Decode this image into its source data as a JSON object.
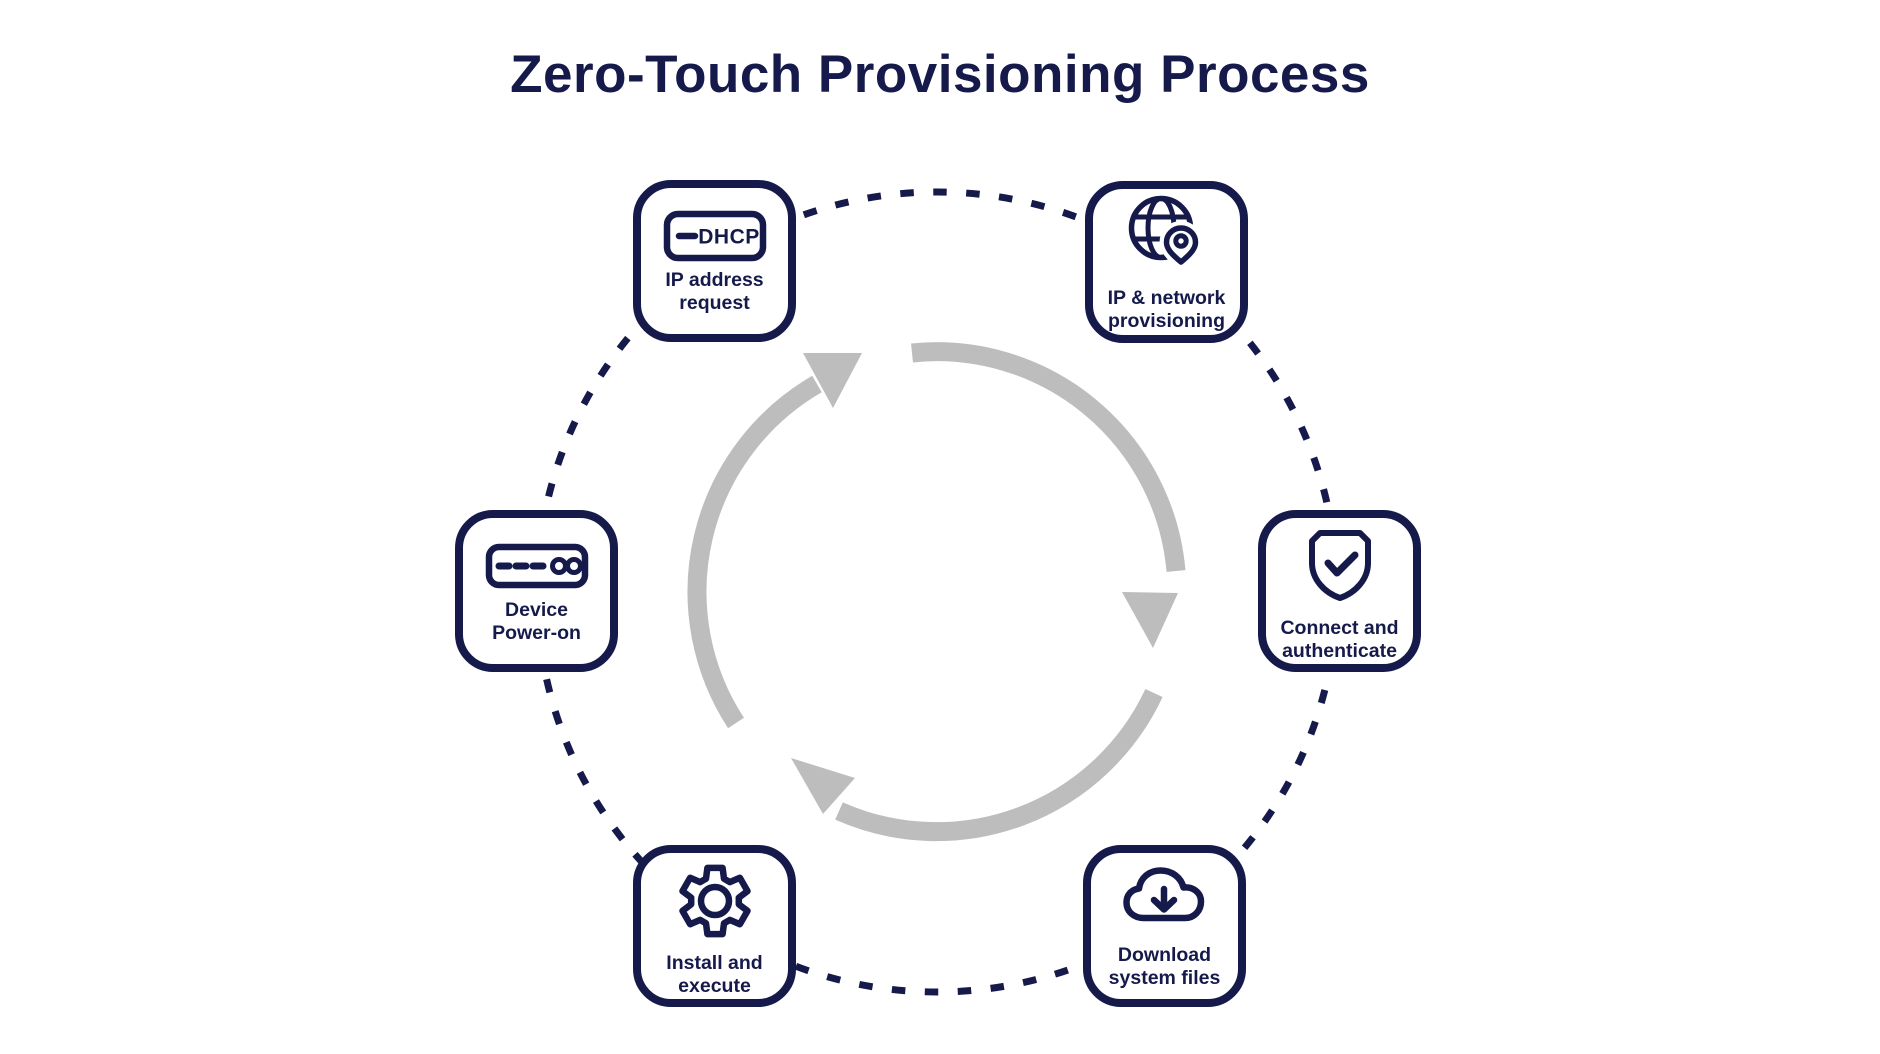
{
  "title": "Zero-Touch Provisioning Process",
  "colors": {
    "navy": "#151A4B",
    "gray": "#BDBDBD",
    "background": "#FFFFFF"
  },
  "cycle": {
    "direction": "clockwise",
    "arrow_count": 3
  },
  "steps": [
    {
      "name": "device-power-on",
      "icon": "router-device-icon",
      "label_line1": "Device",
      "label_line2": "Power-on"
    },
    {
      "name": "ip-address-request",
      "icon": "dhcp-badge-icon",
      "badge_text": "DHCP",
      "label_line1": "IP address",
      "label_line2": "request"
    },
    {
      "name": "ip-network-provisioning",
      "icon": "globe-location-pin-icon",
      "label_line1": "IP & network",
      "label_line2": "provisioning"
    },
    {
      "name": "connect-and-authenticate",
      "icon": "shield-check-icon",
      "label_line1": "Connect and",
      "label_line2": "authenticate"
    },
    {
      "name": "download-system-files",
      "icon": "cloud-download-icon",
      "label_line1": "Download",
      "label_line2": "system files"
    },
    {
      "name": "install-and-execute",
      "icon": "gear-icon",
      "label_line1": "Install and",
      "label_line2": "execute"
    }
  ]
}
